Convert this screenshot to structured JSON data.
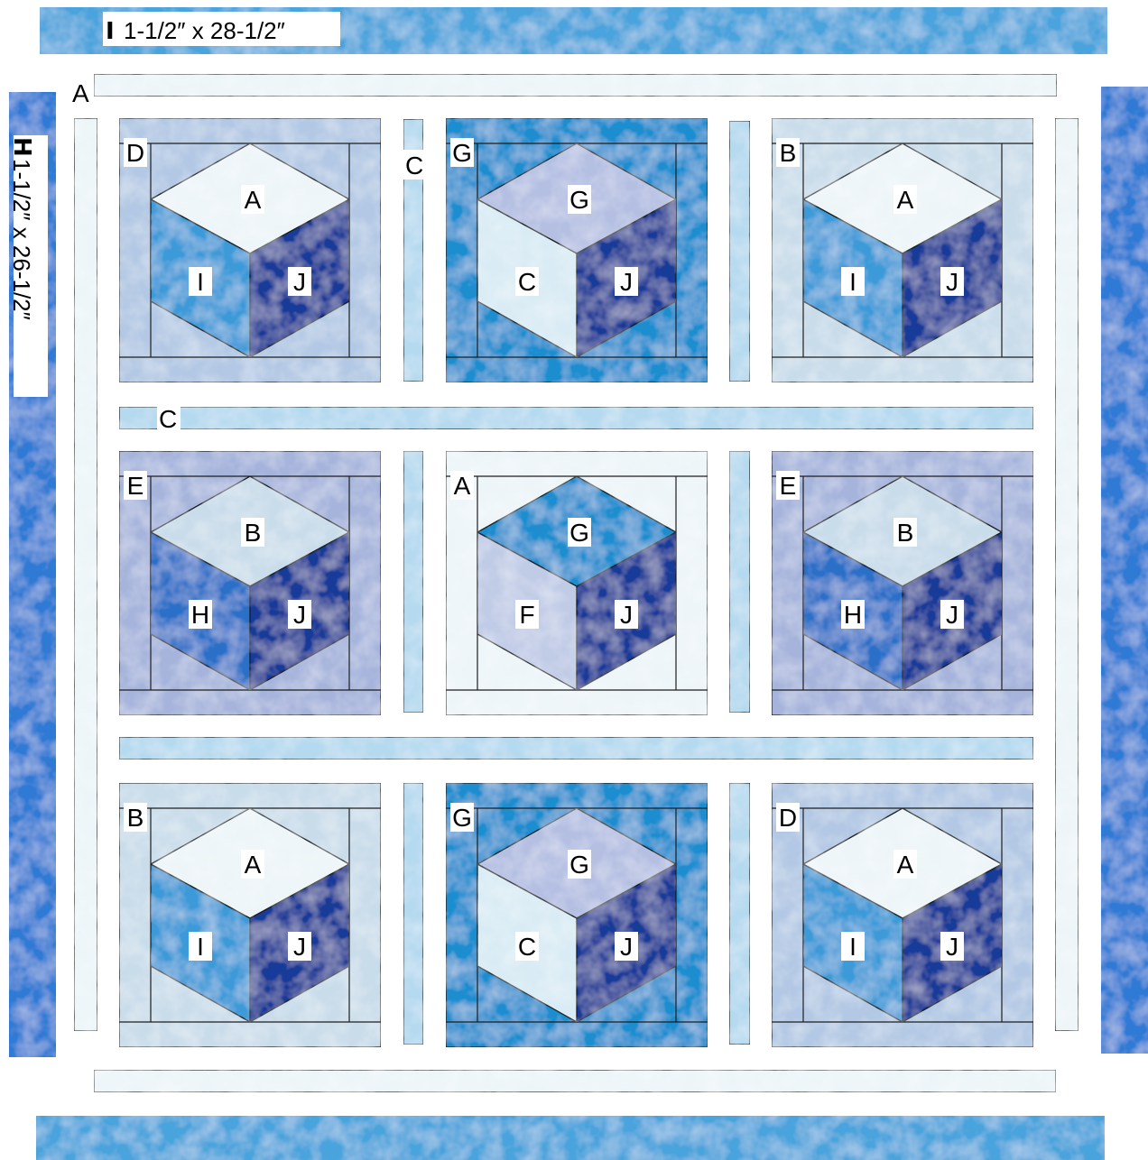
{
  "fabric_colors": {
    "A": "#edf5f8",
    "B": "#c9dcea",
    "C": "#d9ebf4",
    "D": "#b2c8e4",
    "E": "#a6b4dc",
    "F": "#c0cbe6",
    "G": "#1a8ed0",
    "H": "#2a70c8",
    "I": "#3c9ad8",
    "J": "#193a98",
    "G_top": "#b4bfe2",
    "sashing": "#b5d9ef",
    "border_I": "#4aa3dc",
    "border_H": "#2f7ad4",
    "outline": "#1e1e1e"
  },
  "border_labels": {
    "top": {
      "letter": "I",
      "size": "1-1/2″ x 28-1/2″"
    },
    "left": {
      "letter": "H",
      "size": "1-1/2″ x 26-1/2″"
    }
  },
  "frame_labels": {
    "inner_border": "A",
    "sashing_horizontal": "C",
    "sashing_vertical": "C"
  },
  "blocks": [
    {
      "frame": "D",
      "top": "A",
      "left": "I",
      "right": "J"
    },
    {
      "frame": "G",
      "top": "G",
      "left": "C",
      "right": "J"
    },
    {
      "frame": "B",
      "top": "A",
      "left": "I",
      "right": "J"
    },
    {
      "frame": "E",
      "top": "B",
      "left": "H",
      "right": "J"
    },
    {
      "frame": "A",
      "top": "G",
      "left": "F",
      "right": "J"
    },
    {
      "frame": "E",
      "top": "B",
      "left": "H",
      "right": "J"
    },
    {
      "frame": "B",
      "top": "A",
      "left": "I",
      "right": "J"
    },
    {
      "frame": "G",
      "top": "G",
      "left": "C",
      "right": "J"
    },
    {
      "frame": "D",
      "top": "A",
      "left": "I",
      "right": "J"
    }
  ]
}
